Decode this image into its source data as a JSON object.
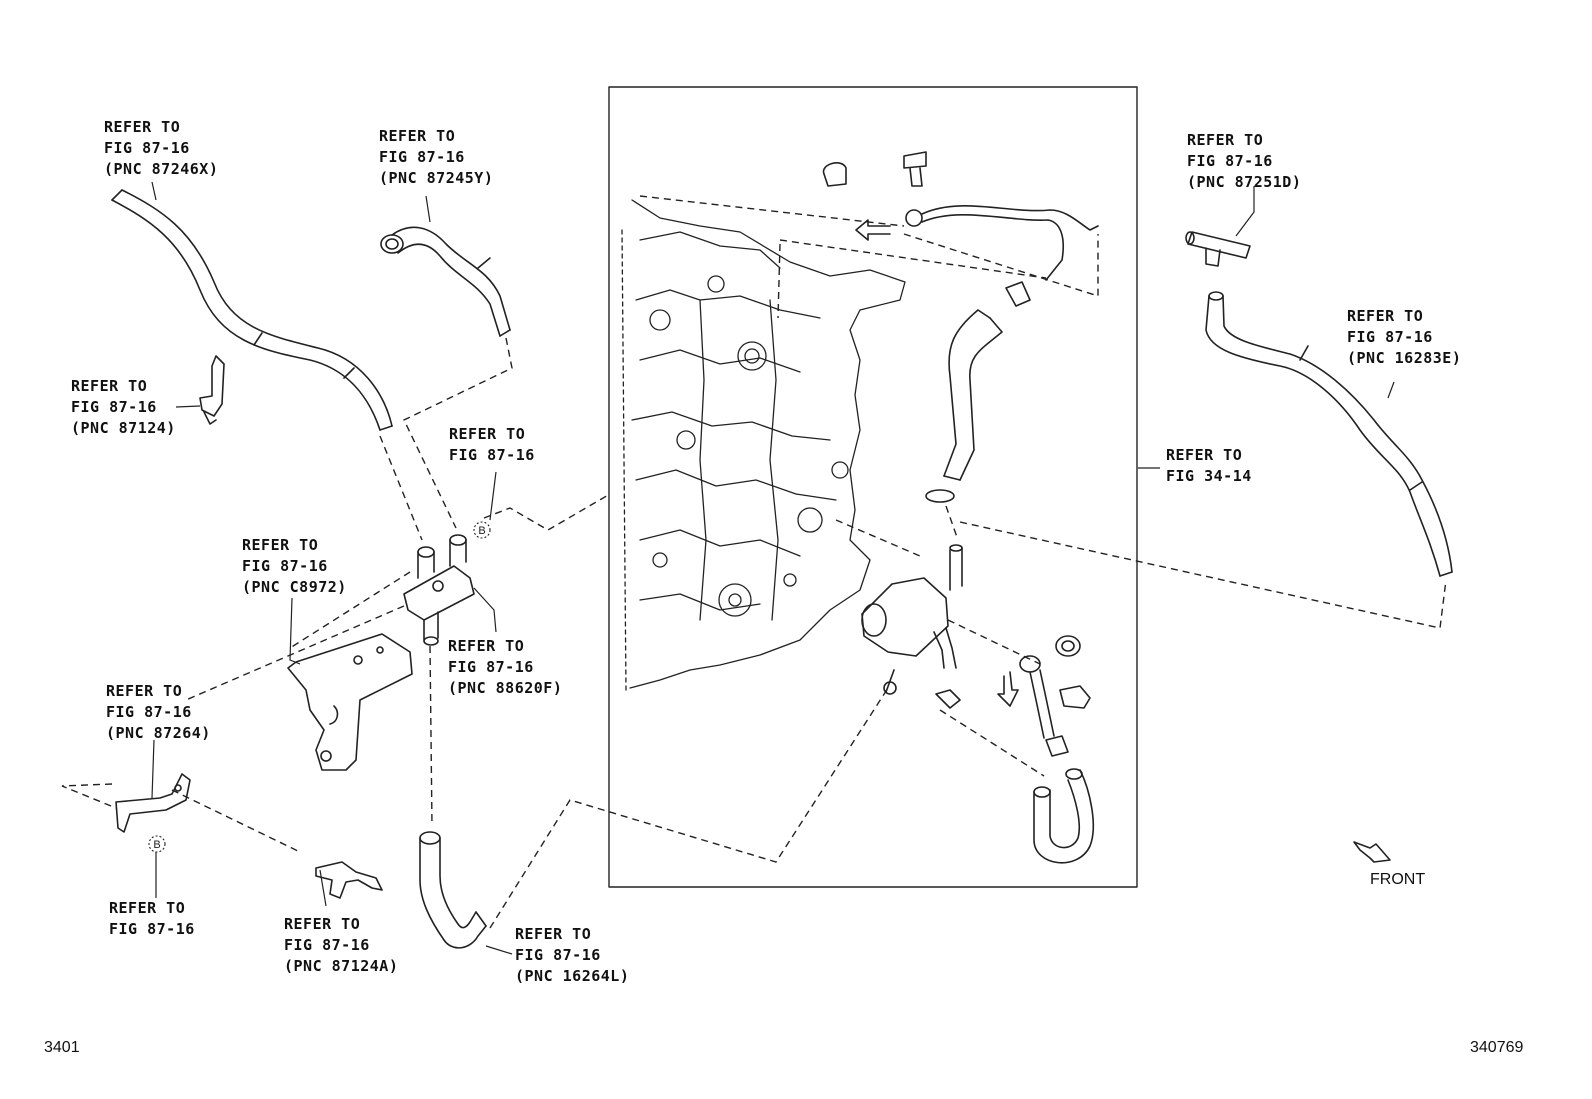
{
  "callouts": [
    {
      "id": "pnc-87246x",
      "lines": [
        "REFER TO",
        "FIG 87-16",
        "(PNC 87246X)"
      ]
    },
    {
      "id": "pnc-87245y",
      "lines": [
        "REFER TO",
        "FIG 87-16",
        "(PNC 87245Y)"
      ]
    },
    {
      "id": "pnc-87124",
      "lines": [
        "REFER TO",
        "FIG 87-16",
        "(PNC 87124)"
      ]
    },
    {
      "id": "fig-87-16-b-top",
      "lines": [
        "REFER TO",
        "FIG 87-16"
      ]
    },
    {
      "id": "pnc-c8972",
      "lines": [
        "REFER TO",
        "FIG 87-16",
        "(PNC C8972)"
      ]
    },
    {
      "id": "pnc-88620f",
      "lines": [
        "REFER TO",
        "FIG 87-16",
        "(PNC 88620F)"
      ]
    },
    {
      "id": "pnc-87264",
      "lines": [
        "REFER TO",
        "FIG 87-16",
        "(PNC 87264)"
      ]
    },
    {
      "id": "fig-87-16-b-bottom",
      "lines": [
        "REFER TO",
        "FIG 87-16"
      ]
    },
    {
      "id": "pnc-87124a",
      "lines": [
        "REFER TO",
        "FIG 87-16",
        "(PNC 87124A)"
      ]
    },
    {
      "id": "pnc-16264l",
      "lines": [
        "REFER TO",
        "FIG 87-16",
        "(PNC 16264L)"
      ]
    },
    {
      "id": "pnc-87251d",
      "lines": [
        "REFER TO",
        "FIG 87-16",
        "(PNC 87251D)"
      ]
    },
    {
      "id": "pnc-16283e",
      "lines": [
        "REFER TO",
        "FIG 87-16",
        "(PNC 16283E)"
      ]
    },
    {
      "id": "fig-34-14",
      "lines": [
        "REFER TO",
        "FIG 34-14"
      ]
    }
  ],
  "markers": {
    "b": "B"
  },
  "front_label": "FRONT",
  "page_left": "3401",
  "page_right": "340769"
}
